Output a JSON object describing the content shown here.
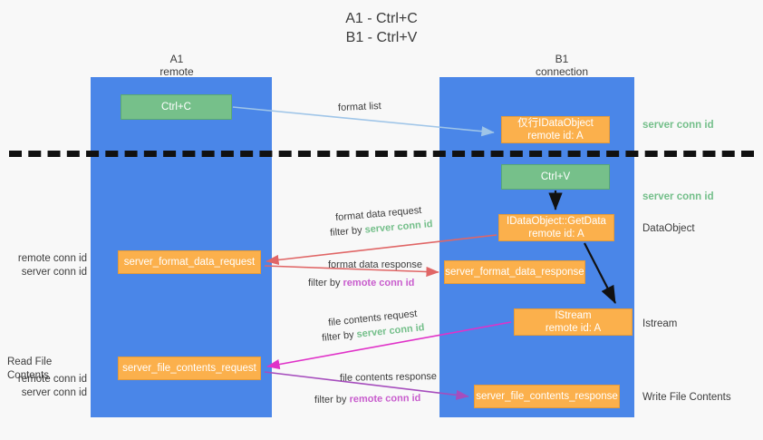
{
  "title": {
    "line1": "A1 - Ctrl+C",
    "line2": "B1 - Ctrl+V"
  },
  "lanes": [
    {
      "id": "a1",
      "name": "A1",
      "role": "remote"
    },
    {
      "id": "b1",
      "name": "B1",
      "role": "connection"
    }
  ],
  "boxes": {
    "ctrl_c": {
      "label": "Ctrl+C",
      "color": "#76c08a"
    },
    "idataobject": {
      "line1": "仅行IDataObject",
      "line2": "remote id: A",
      "color": "#fbb04c"
    },
    "ctrl_v": {
      "label": "Ctrl+V",
      "color": "#76c08a"
    },
    "getdata": {
      "line1": "IDataObject::GetData",
      "line2": "remote id: A",
      "color": "#fbb04c"
    },
    "format_data_request": {
      "label": "server_format_data_request",
      "color": "#fbb04c"
    },
    "format_data_response": {
      "label": "server_format_data_response",
      "color": "#fbb04c"
    },
    "istream": {
      "line1": "IStream",
      "line2": "remote id: A",
      "color": "#fbb04c"
    },
    "file_contents_request": {
      "label": "server_file_contents_request",
      "color": "#fbb04c"
    },
    "file_contents_response": {
      "label": "server_file_contents_response",
      "color": "#fbb04c"
    }
  },
  "annotations": {
    "server_conn_id_top": "server conn id",
    "server_conn_id_mid": "server conn id",
    "dataobject": "DataObject",
    "istream": "Istream",
    "write_file_contents": "Write File Contents",
    "read_file_contents": "Read File Contents",
    "left_remote_conn_id_1": "remote conn id",
    "left_server_conn_id_1": "server conn id",
    "left_remote_conn_id_2": "remote conn id",
    "left_server_conn_id_2": "server conn id"
  },
  "edges": {
    "format_list": {
      "label": "format list",
      "color": "#9fc5e8"
    },
    "format_data_request": {
      "line1": "format data request",
      "prefix": "filter by ",
      "highlight": "server conn id",
      "color": "#e06666"
    },
    "format_data_response": {
      "line1": "format data response",
      "prefix": "filter by ",
      "highlight": "remote conn id",
      "color": "#e06666"
    },
    "file_contents_request": {
      "line1": "file contents request",
      "prefix": "filter by ",
      "highlight": "server conn id",
      "color": "#e032c8"
    },
    "file_contents_response": {
      "line1": "file contents response",
      "prefix": "filter by ",
      "highlight": "remote conn id",
      "color": "#a64dbd"
    }
  },
  "colors": {
    "lane": "#4a86e8",
    "green_text": "#74bf8a",
    "purple_text": "#c85ccd",
    "background": "#f8f8f8",
    "divider": "#111111"
  }
}
